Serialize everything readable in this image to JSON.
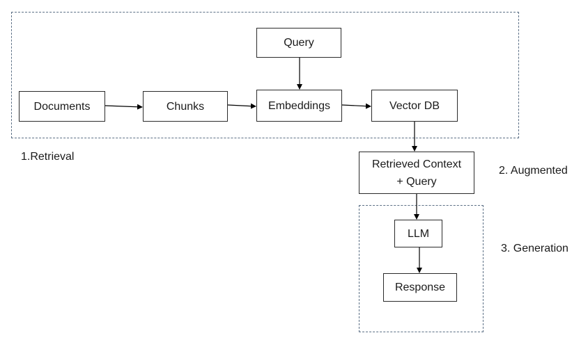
{
  "groups": {
    "retrieval_label": "1.Retrieval",
    "augmented_label": "2. Augmented",
    "generation_label": "3. Generation"
  },
  "nodes": {
    "query": "Query",
    "documents": "Documents",
    "chunks": "Chunks",
    "embeddings": "Embeddings",
    "vector_db": "Vector DB",
    "retrieved_context_line1": "Retrieved Context",
    "retrieved_context_line2": "+ Query",
    "llm": "LLM",
    "response": "Response"
  },
  "colors": {
    "group_border": "#5b6f85",
    "box_border": "#2a2a2a",
    "arrow": "#000000"
  }
}
